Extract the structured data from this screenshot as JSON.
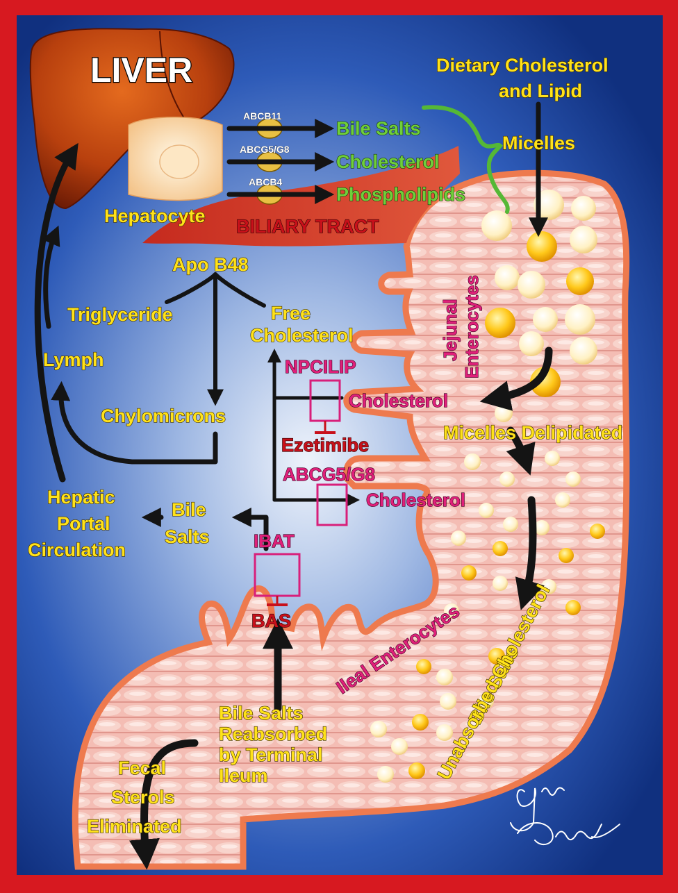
{
  "labels": {
    "liver": "LIVER",
    "hepatocyte": "Hepatocyte",
    "biliary_tract": "BILIARY TRACT",
    "dietary_line1": "Dietary Cholesterol",
    "dietary_line2": "and Lipid",
    "micelles": "Micelles",
    "transporters": [
      "ABCB11",
      "ABCG5/G8",
      "ABCB4"
    ],
    "secreted": [
      "Bile Salts",
      "Cholesterol",
      "Phospholipids"
    ],
    "apo_b48": "Apo B48",
    "triglyceride": "Triglyceride",
    "free_chol_line1": "Free",
    "free_chol_line2": "Cholesterol",
    "lymph": "Lymph",
    "chylomicrons": "Chylomicrons",
    "npc1l1": "NPCILIP",
    "cholesterol_top": "Cholesterol",
    "ezetimibe": "Ezetimibe",
    "abcg5g8": "ABCG5/G8",
    "cholesterol_mid": "Cholesterol",
    "jejunal_line1": "Jejunal",
    "jejunal_line2": "Enterocytes",
    "micelles_delipidated": "Micelles Delipidated",
    "hepatic_line1": "Hepatic",
    "hepatic_line2": "Portal",
    "hepatic_line3": "Circulation",
    "bile_line1": "Bile",
    "bile_line2": "Salts",
    "ibat": "IBAT",
    "bas": "BAS",
    "ileal_enterocytes": "Ileal Enterocytes",
    "bile_salts_unabs": "Bile Salts",
    "unabsorbed_cholesterol": "Unabsorbed Cholesterol",
    "reabs_line1": "Bile Salts",
    "reabs_line2": "Reabsorbed",
    "reabs_line3": "by Terminal",
    "reabs_line4": "Ileum",
    "fecal_line1": "Fecal",
    "fecal_line2": "Sterols",
    "fecal_line3": "Eliminated",
    "signature": "Jude Gonzalez"
  },
  "colors": {
    "frame": "#d71920",
    "background_center": "#dfe9f7",
    "background_edge": "#123a94",
    "label_yellow": "#ffe21a",
    "label_green": "#6fcf3a",
    "label_magenta": "#e0207a",
    "label_red": "#c8101a",
    "intestine": "#f1b0a8",
    "intestine_outline": "#ee7a4e",
    "liver": "#b8400e"
  }
}
